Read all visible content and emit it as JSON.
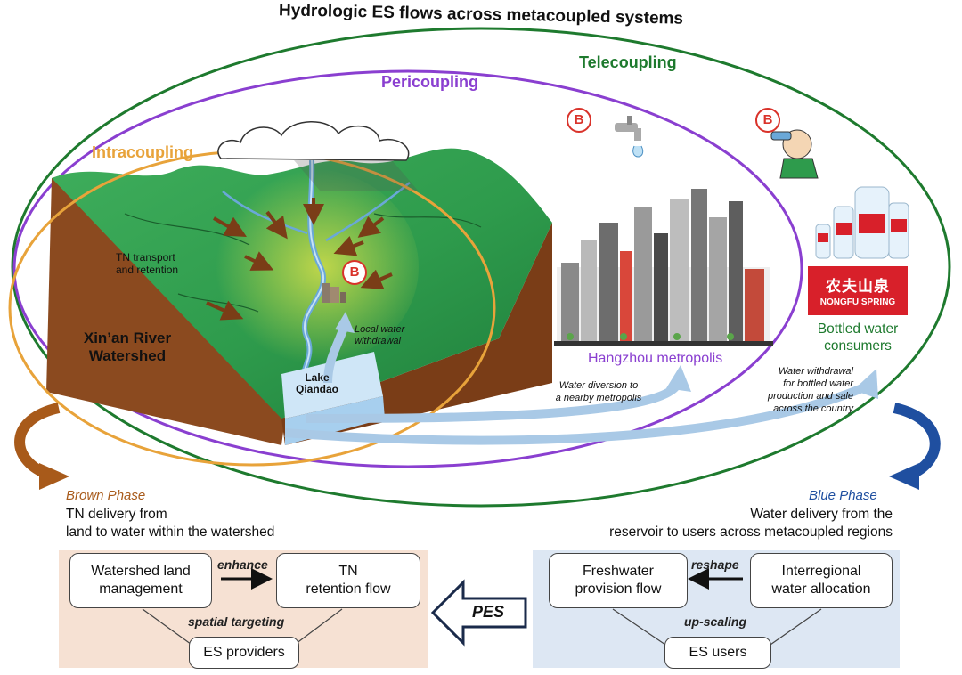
{
  "title": "Hydrologic ES flows across metacoupled systems",
  "levels": {
    "telecoupling": "Telecoupling",
    "pericoupling": "Pericoupling",
    "intracoupling": "Intracoupling"
  },
  "colors": {
    "telecoupling": "#1e7a2e",
    "pericoupling": "#8a3fd0",
    "intracoupling": "#e8a33a",
    "brown_phase": "#a85a1a",
    "blue_phase": "#1f4fa0",
    "water_arrow": "#a9c9e6",
    "badge": "#d9322a"
  },
  "scene": {
    "watershed_label_1": "Xin’an River",
    "watershed_label_2": "Watershed",
    "tn_label_1": "TN transport",
    "tn_label_2": "and retention",
    "local_withdrawal_1": "Local water",
    "local_withdrawal_2": "withdrawal",
    "lake_1": "Lake",
    "lake_2": "Qiandao",
    "badge": "B",
    "metropolis": "Hangzhou metropolis",
    "diversion_1": "Water diversion to",
    "diversion_2": "a nearby metropolis",
    "bottled_1": "Bottled water",
    "bottled_2": "consumers",
    "bottled_flow_1": "Water withdrawal",
    "bottled_flow_2": "for bottled water",
    "bottled_flow_3": "production and sale",
    "bottled_flow_4": "across the country",
    "brand_cn": "农夫山泉",
    "brand_en": "NONGFU SPRING"
  },
  "brown_phase": {
    "name": "Brown Phase",
    "desc_1": "TN delivery from",
    "desc_2": "land to water within the watershed",
    "node_a_1": "Watershed land",
    "node_a_2": "management",
    "node_b_1": "TN",
    "node_b_2": "retention flow",
    "node_c": "ES providers",
    "edge_top": "enhance",
    "edge_bottom": "spatial targeting"
  },
  "blue_phase": {
    "name": "Blue Phase",
    "desc_1": "Water delivery from the",
    "desc_2": "reservoir to users across metacoupled regions",
    "node_a_1": "Freshwater",
    "node_a_2": "provision flow",
    "node_b_1": "Interregional",
    "node_b_2": "water allocation",
    "node_c": "ES users",
    "edge_top": "reshape",
    "edge_bottom": "up-scaling"
  },
  "pes": "PES"
}
